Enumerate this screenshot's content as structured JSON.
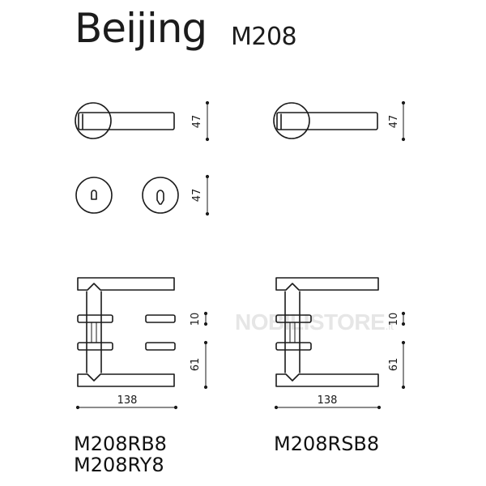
{
  "title": "Beijing",
  "model": "M208",
  "dimensions": {
    "rose_height": "47",
    "escutcheon_height": "47",
    "rose_height_right": "47",
    "spacing_a_left": "10",
    "spacing_b_left": "61",
    "spacing_a_right": "10",
    "spacing_b_right": "61",
    "width_left": "138",
    "width_right": "138"
  },
  "codes": {
    "left_1": "M208RB8",
    "left_2": "M208RY8",
    "right": "M208RSB8"
  },
  "watermark": {
    "main": "NOBILISTORE",
    "tld": ".it"
  }
}
